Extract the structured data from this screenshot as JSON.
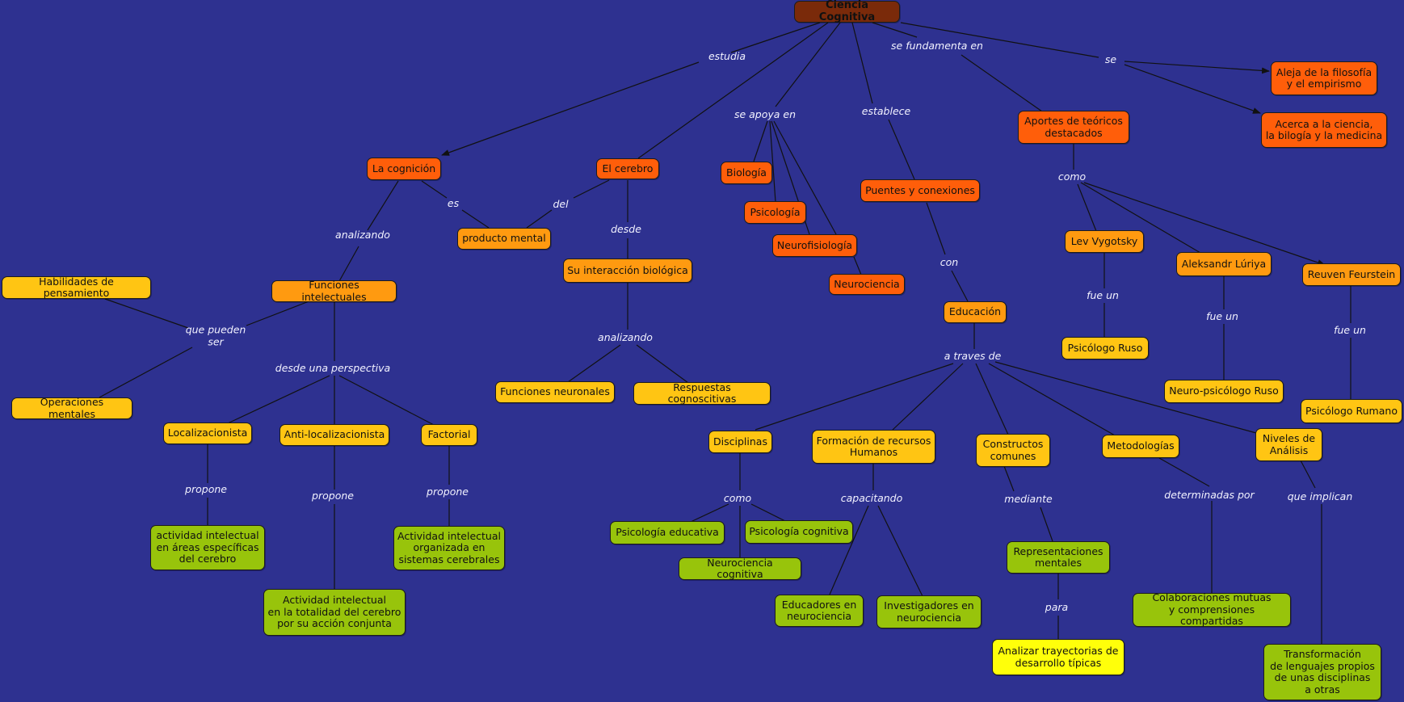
{
  "colors": {
    "background": "#2e3190",
    "line": "#111111"
  },
  "concepts": {
    "ciencia": "Ciencia Cognitiva",
    "cognicion": "La cognición",
    "cerebro": "El cerebro",
    "biologia": "Biología",
    "psicologia": "Psicología",
    "neurofisiologia": "Neurofisiología",
    "neurociencia": "Neurociencia",
    "puentes": "Puentes y conexiones",
    "aportes": "Aportes de teóricos\ndestacados",
    "aleja": "Aleja de la filosofía\ny el empirismo",
    "acerca": "Acerca a la ciencia,\nla bilogía y la medicina",
    "producto": "producto mental",
    "funciones": "Funciones intelectuales",
    "habilidades": "Habilidades de pensamiento",
    "operaciones": "Operaciones mentales",
    "interaccion": "Su interacción biológica",
    "funcNeuronales": "Funciones neuronales",
    "respuestas": "Respuestas cognoscitivas",
    "localizacionista": "Localizacionista",
    "antiloc": "Anti-localizacionista",
    "factorial": "Factorial",
    "actAreas": "actividad intelectual\nen áreas específicas\ndel cerebro",
    "actTotalidad": "Actividad intelectual\nen la totalidad del cerebro\npor su acción conjunta",
    "actSistemas": "Actividad intelectual\norganizada en\nsistemas cerebrales",
    "educacion": "Educación",
    "disciplinas": "Disciplinas",
    "formacion": "Formación de recursos\nHumanos",
    "constructos": "Constructos\ncomunes",
    "metodologias": "Metodologías",
    "niveles": "Niveles de\nAnálisis",
    "psicEducativa": "Psicología educativa",
    "psicCognitiva": "Psicología cognitiva",
    "neuroCognitiva": "Neurociencia cognitiva",
    "educadores": "Educadores en\nneurociencia",
    "investigadores": "Investigadores en\nneurociencia",
    "representaciones": "Representaciones\nmentales",
    "analizar": "Analizar trayectorias de\ndesarrollo típicas",
    "colaboraciones": "Colaboraciones mutuas\ny comprensiones compartidas",
    "transformacion": "Transformación\nde lenguajes propios\nde unas disciplinas\na otras",
    "vygotsky": "Lev Vygotsky",
    "luriya": "Aleksandr Lúriya",
    "feurstein": "Reuven Feurstein",
    "psicRuso": "Psicólogo Ruso",
    "neuroRuso": "Neuro-psicólogo Ruso",
    "psicRumano": "Psicólogo Rumano"
  },
  "link_labels": {
    "estudia": "estudia",
    "seApoya": "se apoya en",
    "establece": "establece",
    "seFundamenta": "se fundamenta en",
    "se": "se",
    "es": "es",
    "del": "del",
    "analizando1": "analizando",
    "desde": "desde",
    "quePueden": "que pueden\nser",
    "desdePersp": "desde una perspectiva",
    "analizando2": "analizando",
    "propone1": "propone",
    "propone2": "propone",
    "propone3": "propone",
    "con": "con",
    "aTraves": "a traves de",
    "como1": "como",
    "capacitando": "capacitando",
    "mediante": "mediante",
    "para": "para",
    "determinadas": "determinadas por",
    "queImplican": "que implican",
    "como2": "como",
    "fueUn1": "fue un",
    "fueUn2": "fue un",
    "fueUn3": "fue un"
  }
}
